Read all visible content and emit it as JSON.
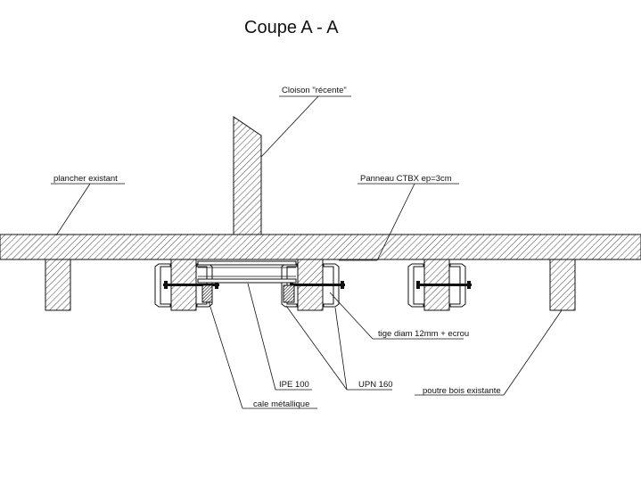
{
  "title": "Coupe A - A",
  "labels": {
    "cloison": "Cloison \"récente\"",
    "plancher": "plancher existant",
    "panneau": "Panneau CTBX ep=3cm",
    "tige": "tige diam 12mm + ecrou",
    "ipe": "IPE 100",
    "upn": "UPN 160",
    "poutre": "poutre bois existante",
    "cale": "cale métallique"
  },
  "colors": {
    "line": "#111111",
    "hatch": "#111111",
    "background": "#ffffff"
  }
}
